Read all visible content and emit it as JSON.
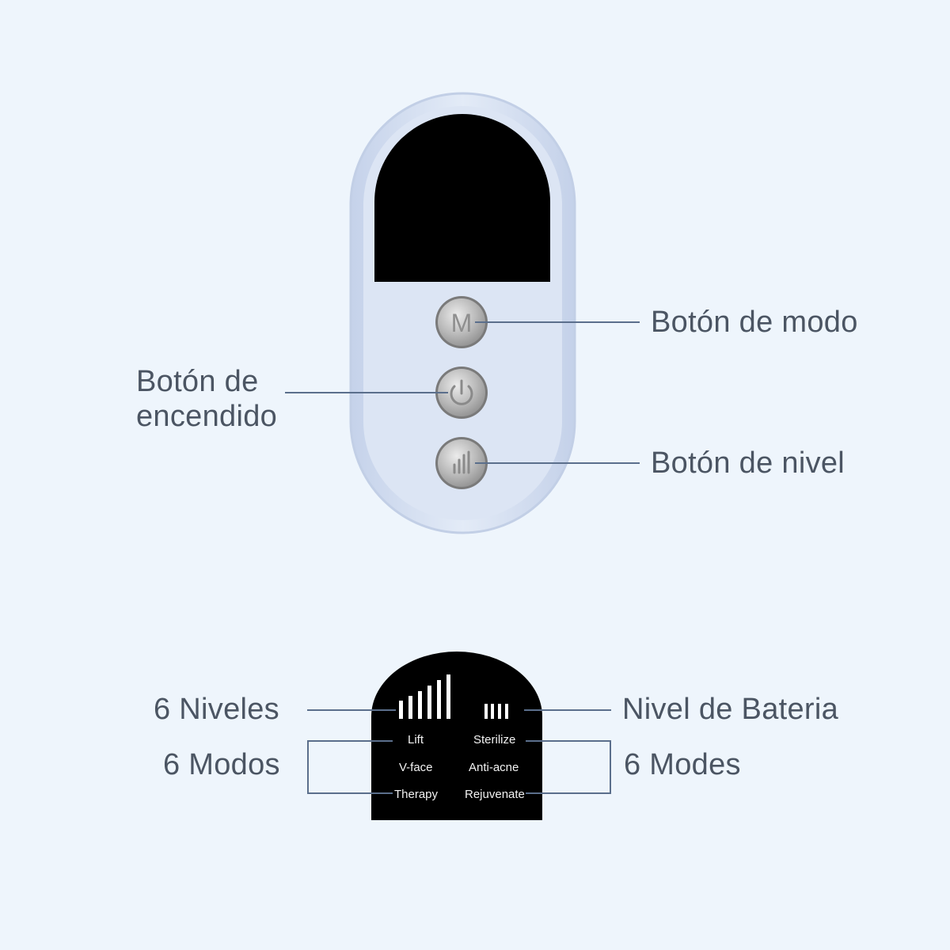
{
  "device": {
    "buttons": [
      {
        "name": "mode",
        "glyph": "M"
      },
      {
        "name": "power",
        "glyph": "power-icon"
      },
      {
        "name": "level",
        "glyph": "bars-icon"
      }
    ],
    "callouts": {
      "mode_button": "Botón de modo",
      "power_button_line1": "Botón de",
      "power_button_line2": "encendido",
      "level_button": "Botón de nivel"
    }
  },
  "display": {
    "callouts": {
      "levels": "6 Niveles",
      "battery": "Nivel de Bateria",
      "modes_es": "6 Modos",
      "modes_en": "6 Modes"
    },
    "modes": {
      "lift": "Lift",
      "sterilize": "Sterilize",
      "vface": "V-face",
      "antiacne": "Anti-acne",
      "therapy": "Therapy",
      "rejuvenate": "Rejuvenate"
    },
    "level_count": 6,
    "battery_bars": 4
  },
  "colors": {
    "background": "#eef5fc",
    "device_body": "#dbe4f3",
    "device_rim": "#c8d4ea",
    "screen": "#000000",
    "button_metal": "#a9a9a9",
    "leader_line": "#5b6f8c",
    "label_text": "#4b5563"
  }
}
